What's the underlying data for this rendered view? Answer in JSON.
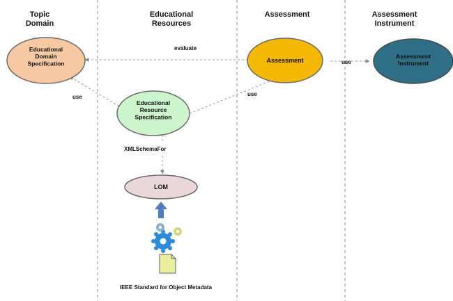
{
  "lanes": [
    {
      "title": "Topic\nDomain"
    },
    {
      "title": "Educational\nResources"
    },
    {
      "title": "Assessment"
    },
    {
      "title": "Assessment\nInstrument"
    }
  ],
  "nodes": {
    "domain_spec": {
      "label": "Educational\nDomain\nSpecification",
      "fill": "#f7c9a3"
    },
    "assessment": {
      "label": "Assessment",
      "fill": "#f5b800"
    },
    "instrument": {
      "label": "Assessment\nInstrument",
      "fill": "#2f6f86"
    },
    "resource_spec": {
      "label": "Educational\nResource\nSpecification",
      "fill": "#ccf5cc"
    },
    "lom": {
      "label": "LOM",
      "fill": "#ead7dc"
    }
  },
  "edges": {
    "evaluate": "evaluate",
    "use_instrument": "use",
    "use_resource": "use",
    "use_domain": "use",
    "xml_schema": "XMLSchemaFor"
  },
  "caption": "IEEE Standard for Object Metadata",
  "colors": {
    "lane_divider": "#888888",
    "edge": "#9a9a9a",
    "arrow_up": "#4f7fbf",
    "gear": "#2c8bd6",
    "gear_small": "#8ab0d0",
    "document": "#e9ef9c"
  }
}
